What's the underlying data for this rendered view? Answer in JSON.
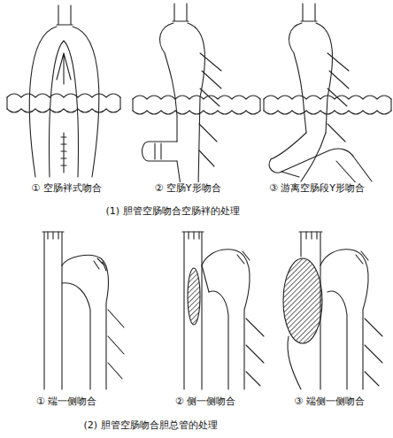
{
  "diagram": {
    "labels": [
      "① 空肠袢式吻合",
      "② 空肠Y形吻合",
      "③ 游离空肠段Y形吻合",
      "(1) 胆管空肠吻合空肠袢的处理",
      "① 端一侧吻合",
      "② 侧一侧吻合",
      "③ 端侧一侧吻合",
      "(2) 胆管空肠吻合胆总管的处理"
    ]
  }
}
